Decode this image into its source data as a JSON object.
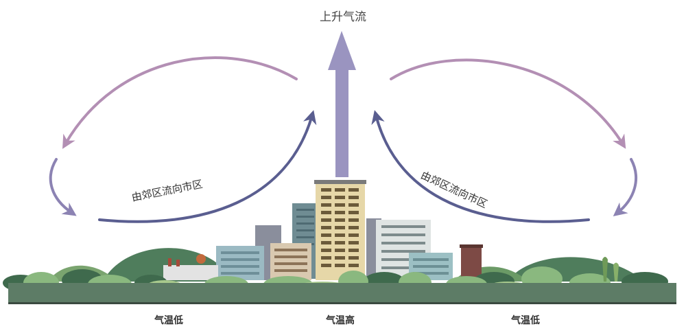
{
  "diagram": {
    "title": "上升气流",
    "flow_label_left": "由郊区流向市区",
    "flow_label_right": "由郊区流向市区",
    "temp_left": "气温低",
    "temp_center": "气温高",
    "temp_right": "气温低"
  },
  "colors": {
    "arrow_light": "#b38fb4",
    "arrow_dark": "#5a5e90",
    "arrow_up": "#9a94c0",
    "ground": "#5d7c66",
    "hill": "#4f7d5c",
    "bush_light": "#8ab87f",
    "tower": "#e6d7a8",
    "tower_window": "#6b5a3a"
  },
  "icons": [
    "tower-building",
    "factory",
    "chimney",
    "tree",
    "hill"
  ]
}
